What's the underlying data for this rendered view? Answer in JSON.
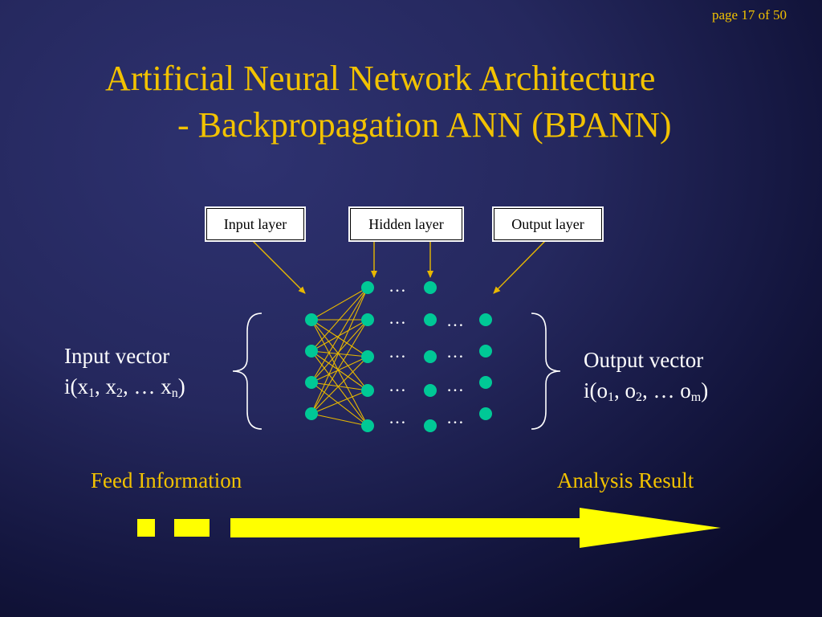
{
  "page_counter": "page 17 of 50",
  "title": {
    "line1": "Artificial Neural Network Architecture",
    "line2": "- Backpropagation ANN (BPANN)"
  },
  "labels": {
    "input_layer": "Input layer",
    "hidden_layer": "Hidden layer",
    "output_layer": "Output layer"
  },
  "input_vector": {
    "title": "Input vector",
    "expr": {
      "prefix": "i(x",
      "s1": "1",
      "mid1": ", x",
      "s2": "2",
      "mid2": ", … x",
      "sn": "n",
      "suffix": ")"
    }
  },
  "output_vector": {
    "title": "Output vector",
    "expr": {
      "prefix": "i(o",
      "s1": "1",
      "mid1": ", o",
      "s2": "2",
      "mid2": ", … o",
      "sn": "m",
      "suffix": ")"
    }
  },
  "ellipsis": "…",
  "feed_information": "Feed Information",
  "analysis_result": "Analysis Result",
  "colors": {
    "title": "#f2c200",
    "node": "#00c896",
    "connection": "#e8b800",
    "arrow": "#ffff00"
  },
  "icons": [
    "node-dot",
    "connection-line",
    "pointer-arrow",
    "curly-brace",
    "flow-arrow"
  ]
}
